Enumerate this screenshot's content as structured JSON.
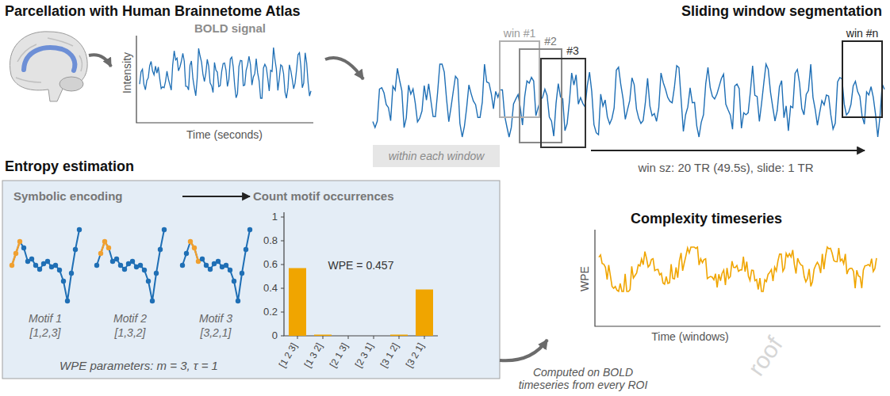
{
  "diagram": {
    "nodes": [
      {
        "text": [
          "Parcellation with Human Brainnetome Atlas"
        ]
      },
      {
        "text": [
          "Sliding window segmentation"
        ]
      },
      {
        "text": [
          "Entropy estimation"
        ]
      },
      {
        "text": [
          "within each window"
        ]
      },
      {
        "text": [
          "Symbolic encoding"
        ],
        "in": 2
      },
      {
        "text": [
          "Count motif occurrences"
        ],
        "in": 2
      },
      {
        "text": [
          "Complexity timeseries"
        ]
      }
    ],
    "edges": [
      {
        "from": 0,
        "to": 1,
        "arrow": "to"
      },
      {
        "from": 4,
        "to": 5,
        "arrow": "to"
      },
      {
        "from": 2,
        "to": 6,
        "arrow": "to",
        "label": "Computed on BOLD timeseries from every ROI"
      }
    ],
    "labels": [
      "BOLD signal",
      "Intensity",
      "Time (seconds)",
      "win #1",
      "#2",
      "#3",
      "win #n",
      "win sz: 20 TR (49.5s), slide: 1 TR",
      "Motif 1",
      "[1,2,3]",
      "Motif 2",
      "[1,3,2]",
      "Motif 3",
      "[3,2,1]",
      "1",
      "0.8",
      "0.6",
      "0.4",
      "0.2",
      "0",
      "WPE = 0.457",
      "[1 2 3]",
      "[1 3 2]",
      "[2 1 3]",
      "[2 3 1]",
      "[3 1 2]",
      "[3 2 1]",
      "WPE parameters: m = 3, τ = 1",
      "WPE",
      "Time (windows)",
      "roof"
    ]
  }
}
